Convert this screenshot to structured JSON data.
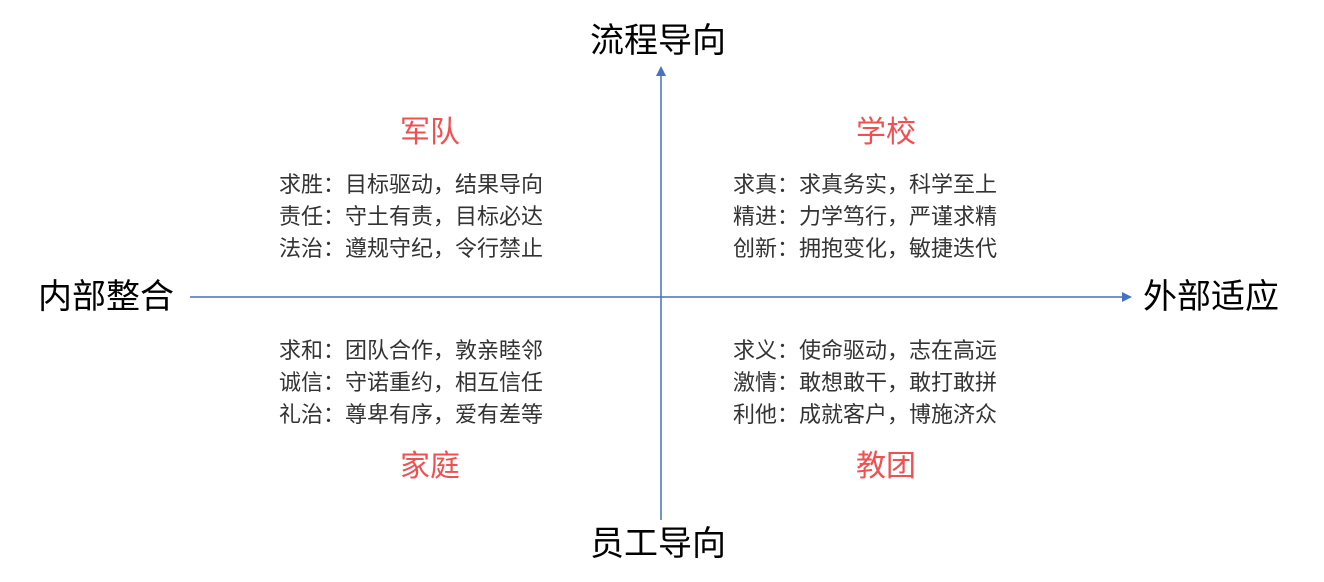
{
  "axes": {
    "top": "流程导向",
    "bottom": "员工导向",
    "left": "内部整合",
    "right": "外部适应",
    "color": "#4472c4"
  },
  "quadrants": {
    "top_left": {
      "title": "军队",
      "lines": [
        "求胜：目标驱动，结果导向",
        "责任：守土有责，目标必达",
        "法治：遵规守纪，令行禁止"
      ]
    },
    "top_right": {
      "title": "学校",
      "lines": [
        "求真：求真务实，科学至上",
        "精进：力学笃行，严谨求精",
        "创新：拥抱变化，敏捷迭代"
      ]
    },
    "bottom_left": {
      "title": "家庭",
      "lines": [
        "求和：团队合作，敦亲睦邻",
        "诚信：守诺重约，相互信任",
        "礼治：尊卑有序，爱有差等"
      ]
    },
    "bottom_right": {
      "title": "教团",
      "lines": [
        "求义：使命驱动，志在高远",
        "激情：敢想敢干，敢打敢拼",
        "利他：成就客户，博施济众"
      ]
    }
  },
  "colors": {
    "title": "#f05050",
    "text": "#333333"
  }
}
